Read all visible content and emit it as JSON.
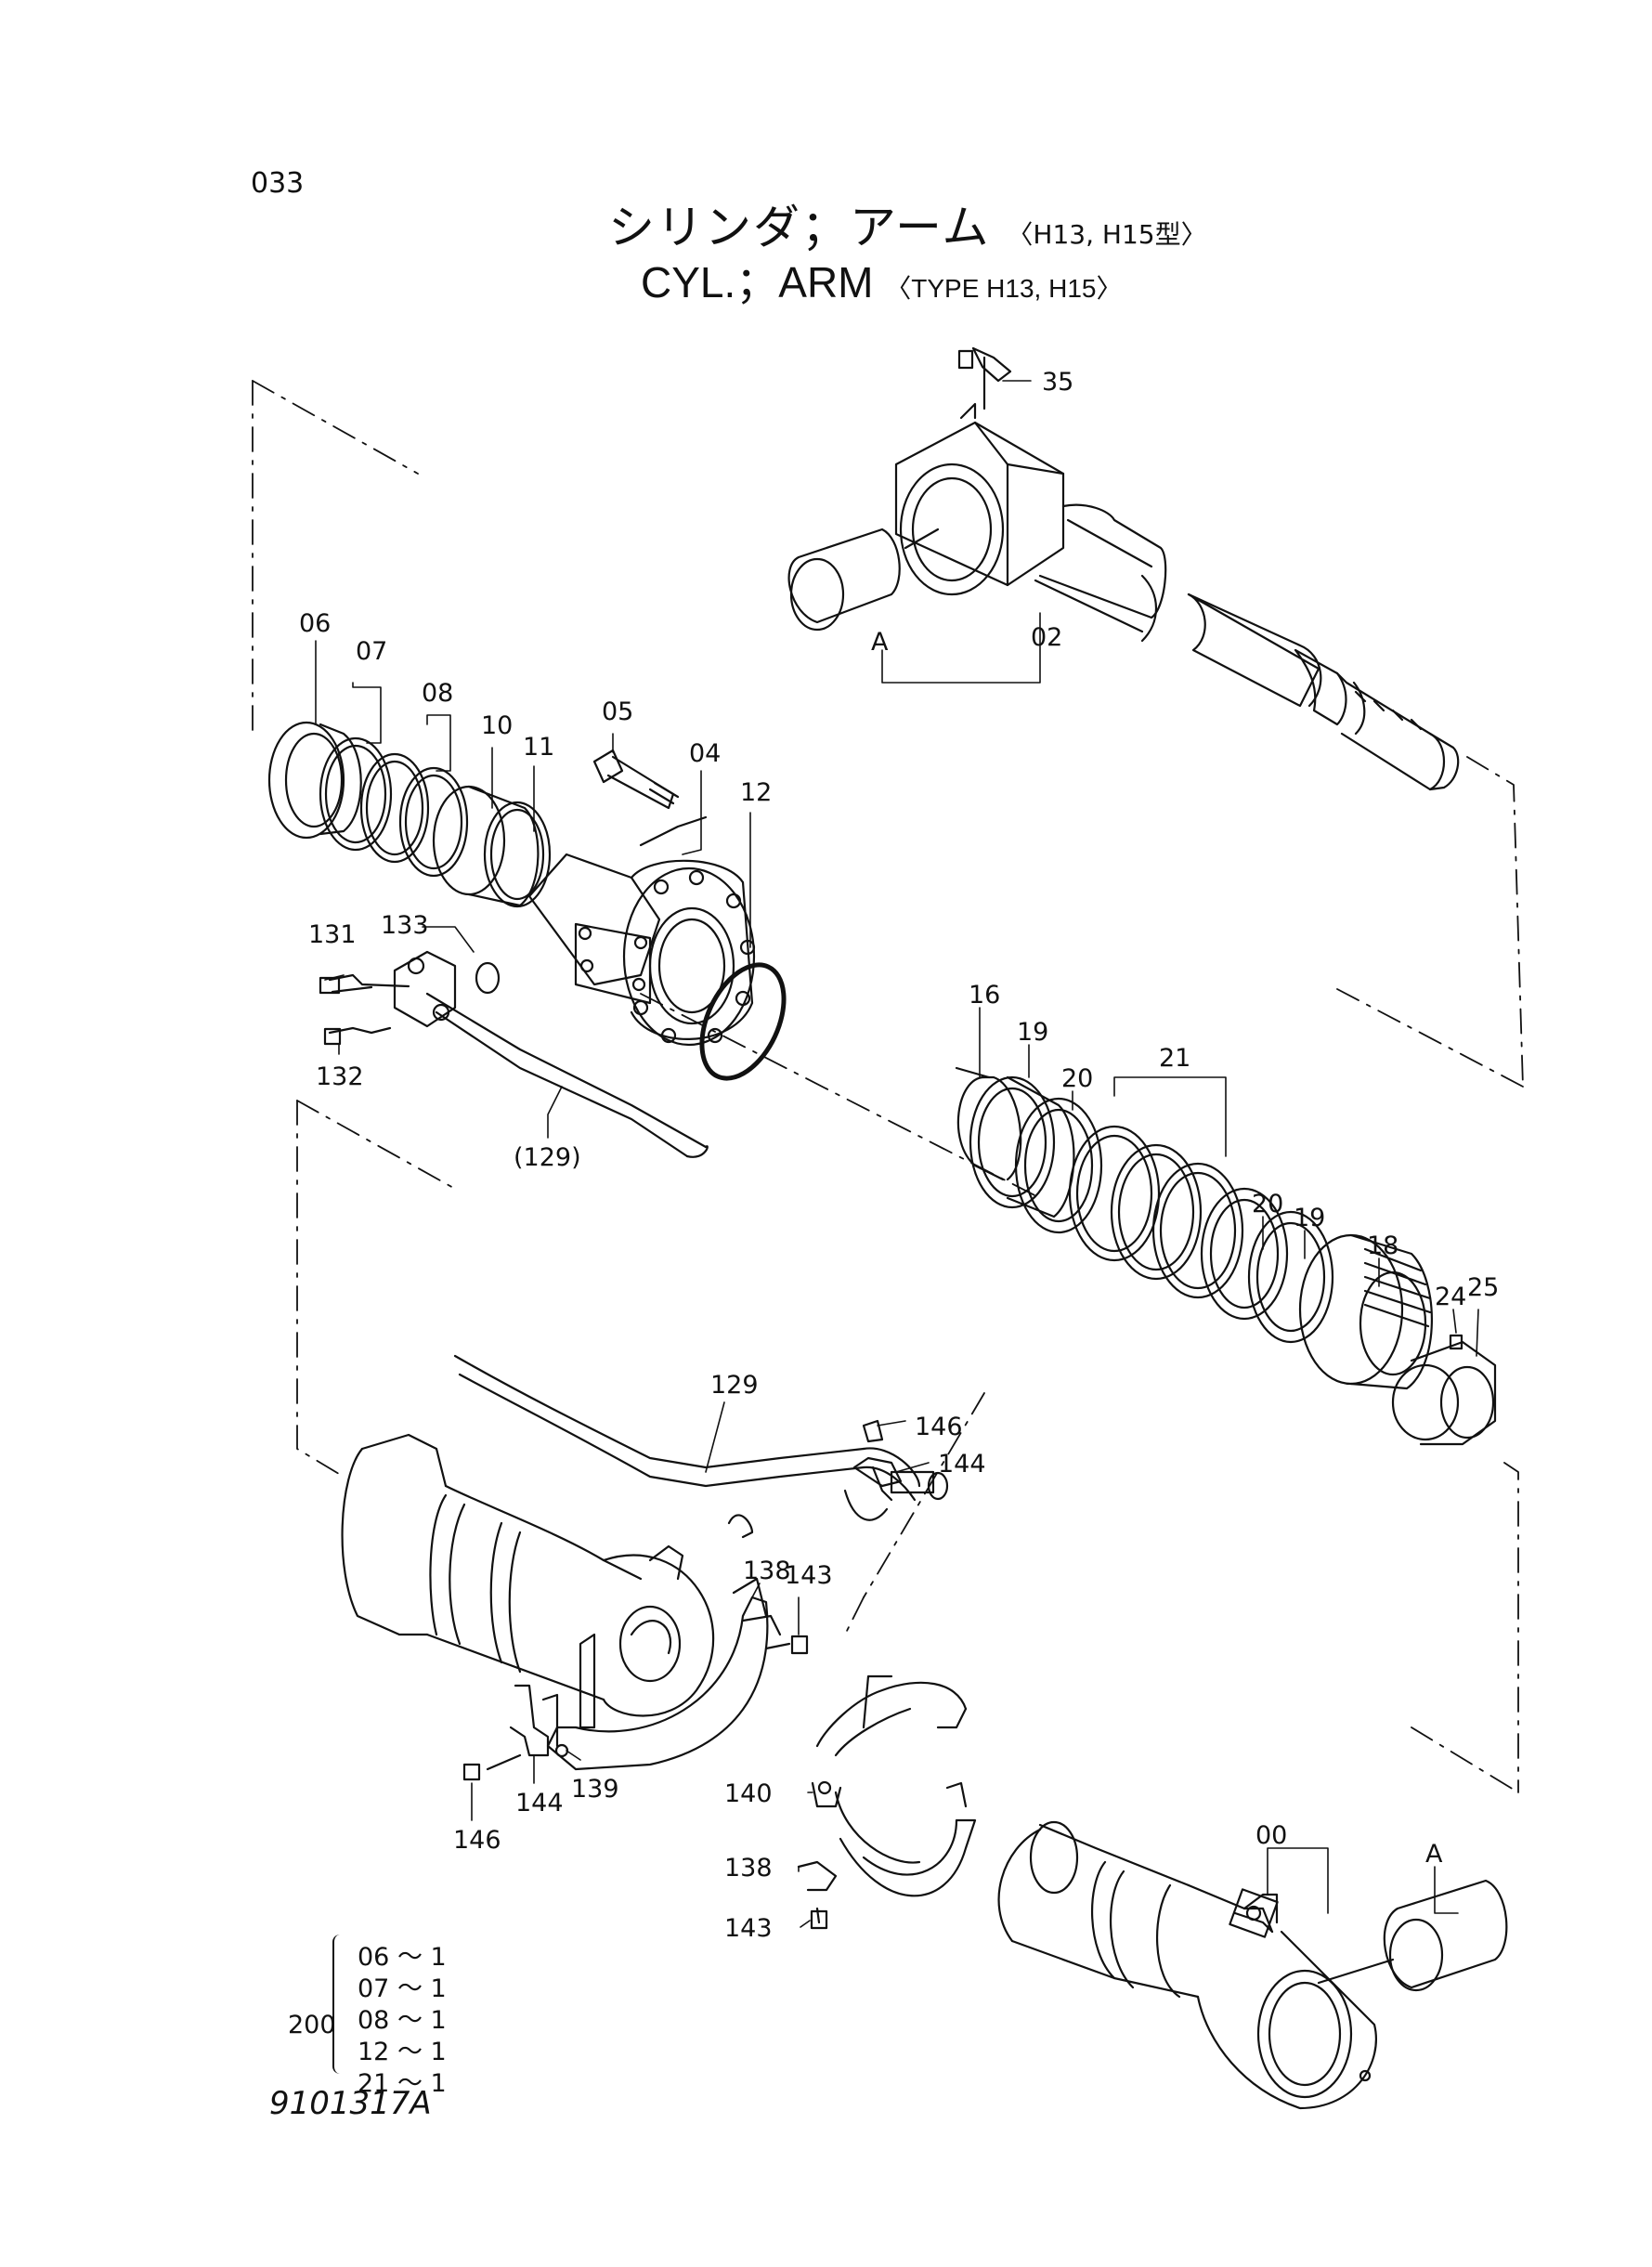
{
  "page_number": "033",
  "title_jp": {
    "main": "シリンダ；アーム",
    "sub": "〈H13, H15型〉"
  },
  "title_en": {
    "main": "CYL.；ARM",
    "sub": "〈TYPE  H13, H15〉"
  },
  "drawing_code": "9101317A",
  "kit": {
    "code": "200",
    "items": [
      {
        "part": "06",
        "qty": "1"
      },
      {
        "part": "07",
        "qty": "1"
      },
      {
        "part": "08",
        "qty": "1"
      },
      {
        "part": "12",
        "qty": "1"
      },
      {
        "part": "21",
        "qty": "1"
      }
    ],
    "separator": "～"
  },
  "labels": {
    "p35": "35",
    "p02": "02",
    "pA1": "A",
    "p06": "06",
    "p07": "07",
    "p08": "08",
    "p05": "05",
    "p10": "10",
    "p11": "11",
    "p04": "04",
    "p12": "12",
    "p131": "131",
    "p133": "133",
    "p132": "132",
    "p129ref": "(129)",
    "p16": "16",
    "p19a": "19",
    "p20a": "20",
    "p21": "21",
    "p20b": "20",
    "p19b": "19",
    "p18": "18",
    "p24": "24",
    "p25": "25",
    "p129": "129",
    "p146a": "146",
    "p144a": "144",
    "p138a": "138",
    "p143a": "143",
    "p139": "139",
    "p144b": "144",
    "p146b": "146",
    "p140": "140",
    "p138b": "138",
    "p143b": "143",
    "p00": "00",
    "pA2": "A"
  }
}
